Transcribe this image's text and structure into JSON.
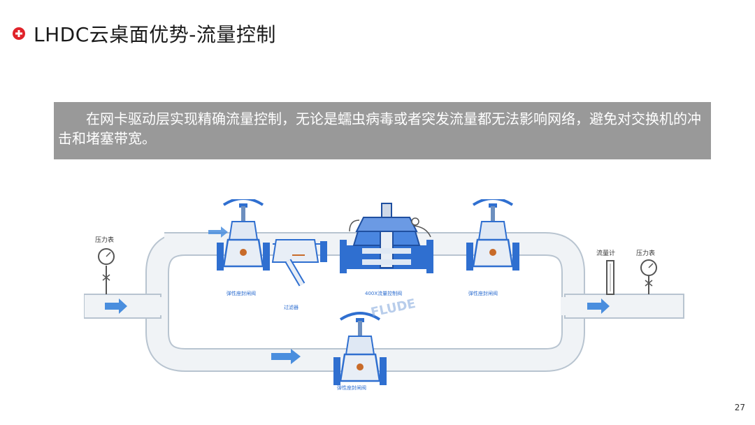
{
  "title": "LHDC云桌面优势-流量控制",
  "description": "在网卡驱动层实现精确流量控制，无论是蠕虫病毒或者突发流量都无法影响网络，避免对交换机的冲击和堵塞带宽。",
  "diagram": {
    "gauge_left": "压力表",
    "gauge_right": "压力表",
    "flowmeter": "流量计",
    "valve_left": "弹性座封闸阀",
    "valve_center": "400X流量控制阀",
    "valve_right": "弹性座封闸阀",
    "filter": "过滤器",
    "valve_bypass": "弹性座封闸阀",
    "watermark": "FLUDE"
  },
  "page_number": "27",
  "colors": {
    "accent": "#e0232a",
    "desc_bg": "#999999",
    "pipe_fill": "#f0f3f6",
    "pipe_stroke": "#b8c4d0",
    "valve_blue": "#2f6fd0"
  }
}
